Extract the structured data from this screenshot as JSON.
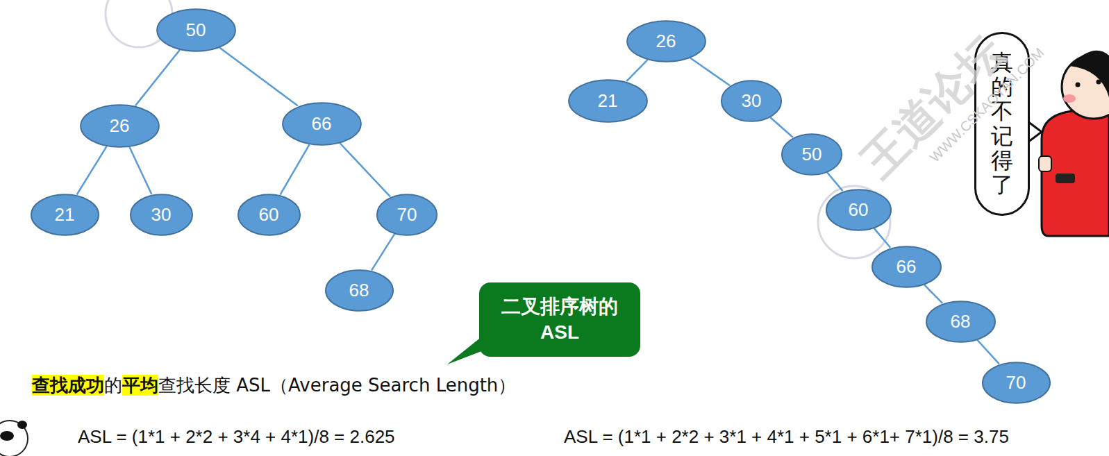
{
  "diagram": {
    "nodes": [
      {
        "text": [
          "50"
        ]
      },
      {
        "text": [
          "26"
        ]
      },
      {
        "text": [
          "66"
        ]
      },
      {
        "text": [
          "21"
        ]
      },
      {
        "text": [
          "30"
        ]
      },
      {
        "text": [
          "60"
        ]
      },
      {
        "text": [
          "70"
        ]
      },
      {
        "text": [
          "68"
        ]
      },
      {
        "text": [
          "26"
        ]
      },
      {
        "text": [
          "21"
        ]
      },
      {
        "text": [
          "30"
        ]
      },
      {
        "text": [
          "50"
        ]
      },
      {
        "text": [
          "60"
        ]
      },
      {
        "text": [
          "66"
        ]
      },
      {
        "text": [
          "68"
        ]
      },
      {
        "text": [
          "70"
        ]
      },
      {
        "text": [
          "二叉排序树的 ASL"
        ]
      },
      {
        "text": [
          "真的不记得了"
        ]
      }
    ],
    "edges": [
      {
        "from": 0,
        "to": 1,
        "arrow": "none"
      },
      {
        "from": 0,
        "to": 2,
        "arrow": "none"
      },
      {
        "from": 1,
        "to": 3,
        "arrow": "none"
      },
      {
        "from": 1,
        "to": 4,
        "arrow": "none"
      },
      {
        "from": 2,
        "to": 5,
        "arrow": "none"
      },
      {
        "from": 2,
        "to": 6,
        "arrow": "none"
      },
      {
        "from": 6,
        "to": 7,
        "arrow": "none"
      },
      {
        "from": 8,
        "to": 9,
        "arrow": "none"
      },
      {
        "from": 8,
        "to": 10,
        "arrow": "none"
      },
      {
        "from": 10,
        "to": 11,
        "arrow": "none"
      },
      {
        "from": 11,
        "to": 12,
        "arrow": "none"
      },
      {
        "from": 12,
        "to": 13,
        "arrow": "none"
      },
      {
        "from": 13,
        "to": 14,
        "arrow": "none"
      },
      {
        "from": 14,
        "to": 15,
        "arrow": "none"
      }
    ],
    "labels": [
      "查找成功",
      "的",
      "平均",
      "查找长度 ASL（Average Search Length）",
      "ASL = (1*1 + 2*2 + 3*4 + 4*1)/8 = 2.625",
      "ASL = (1*1 + 2*2 + 3*1 + 4*1 + 5*1 + 6*1+  7*1)/8 = 3.75",
      "王道论坛",
      "WWW.CSKAOYAN.COM"
    ]
  }
}
